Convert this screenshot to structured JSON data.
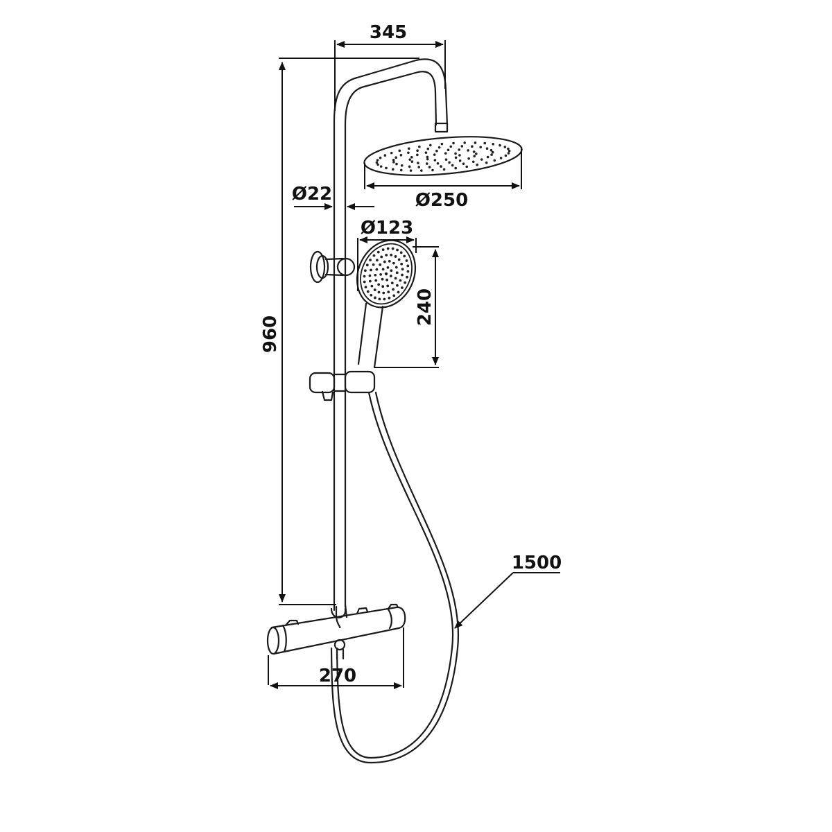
{
  "title": "Shower column dimension drawing",
  "dimensions": {
    "arm_reach": "345",
    "total_height": "960",
    "rail_diameter": "Ø22",
    "head_diameter": "Ø250",
    "hand_shower_diameter": "Ø123",
    "hand_shower_length": "240",
    "valve_width": "270",
    "hose_length": "1500"
  },
  "colors": {
    "line": "#1a1a1a",
    "background": "#ffffff"
  }
}
